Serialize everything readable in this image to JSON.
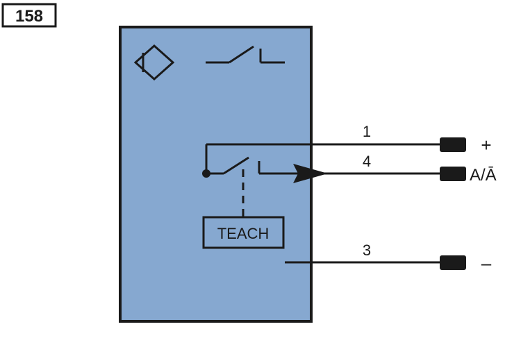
{
  "figure": {
    "number": "158"
  },
  "device": {
    "teach_label": "TEACH",
    "body_color": "#86a8d0",
    "stroke_color": "#1a1a1a",
    "symbol_icon": "inductive-sensor-diamond-icon",
    "contact_icon": "normally-open-switch-icon"
  },
  "wires": [
    {
      "pin": "1",
      "terminal_label": "+"
    },
    {
      "pin": "4",
      "terminal_label": "A/Ā"
    },
    {
      "pin": "3",
      "terminal_label": "–"
    }
  ]
}
